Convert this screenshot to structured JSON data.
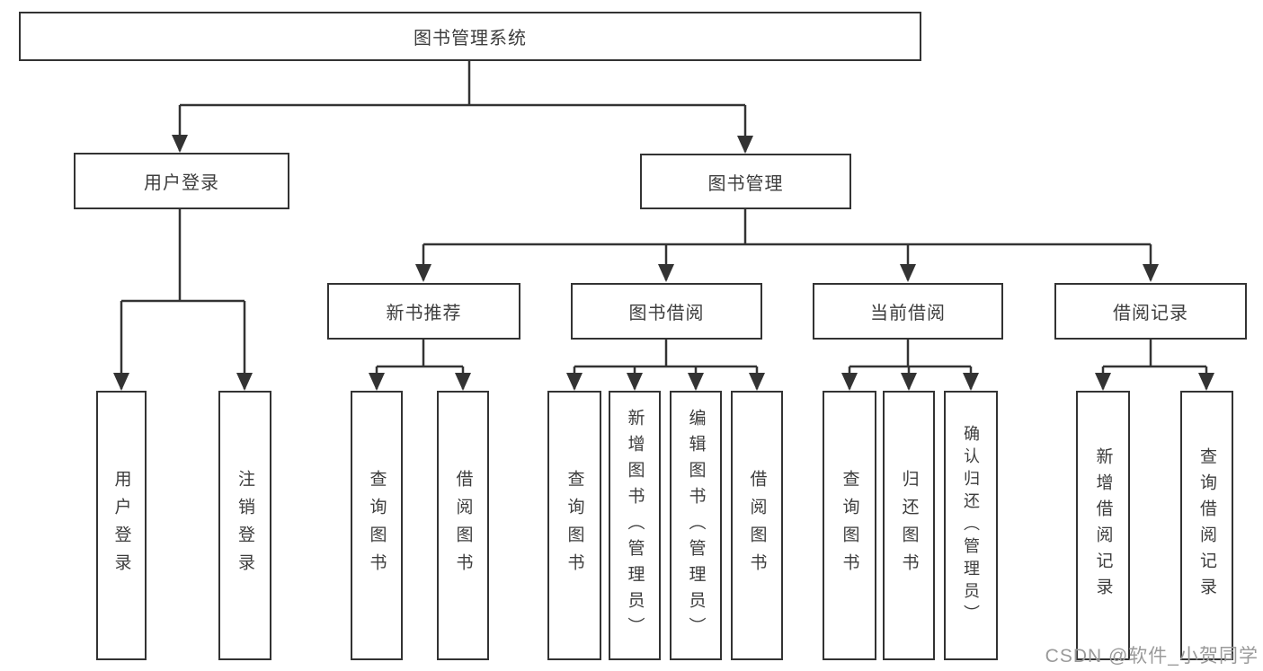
{
  "diagram_title": "图书管理系统",
  "tree": {
    "label": "图书管理系统",
    "children": [
      {
        "label": "用户登录",
        "children": [
          {
            "label": "用户登录"
          },
          {
            "label": "注销登录"
          }
        ]
      },
      {
        "label": "图书管理",
        "children": [
          {
            "label": "新书推荐",
            "children": [
              {
                "label": "查询图书"
              },
              {
                "label": "借阅图书"
              }
            ]
          },
          {
            "label": "图书借阅",
            "children": [
              {
                "label": "查询图书"
              },
              {
                "label": "新增图书（管理员）"
              },
              {
                "label": "编辑图书（管理员）"
              },
              {
                "label": "借阅图书"
              }
            ]
          },
          {
            "label": "当前借阅",
            "children": [
              {
                "label": "查询图书"
              },
              {
                "label": "归还图书"
              },
              {
                "label": "确认归还（管理员）"
              }
            ]
          },
          {
            "label": "借阅记录",
            "children": [
              {
                "label": "新增借阅记录"
              },
              {
                "label": "查询借阅记录"
              }
            ]
          }
        ]
      }
    ]
  },
  "watermark": {
    "text": "CSDN @软件_小贺同学"
  },
  "colors": {
    "line": "#333333",
    "box_border": "#333333",
    "text": "#3d3d3d",
    "background": "#ffffff",
    "watermark": "#9a9a9a"
  }
}
